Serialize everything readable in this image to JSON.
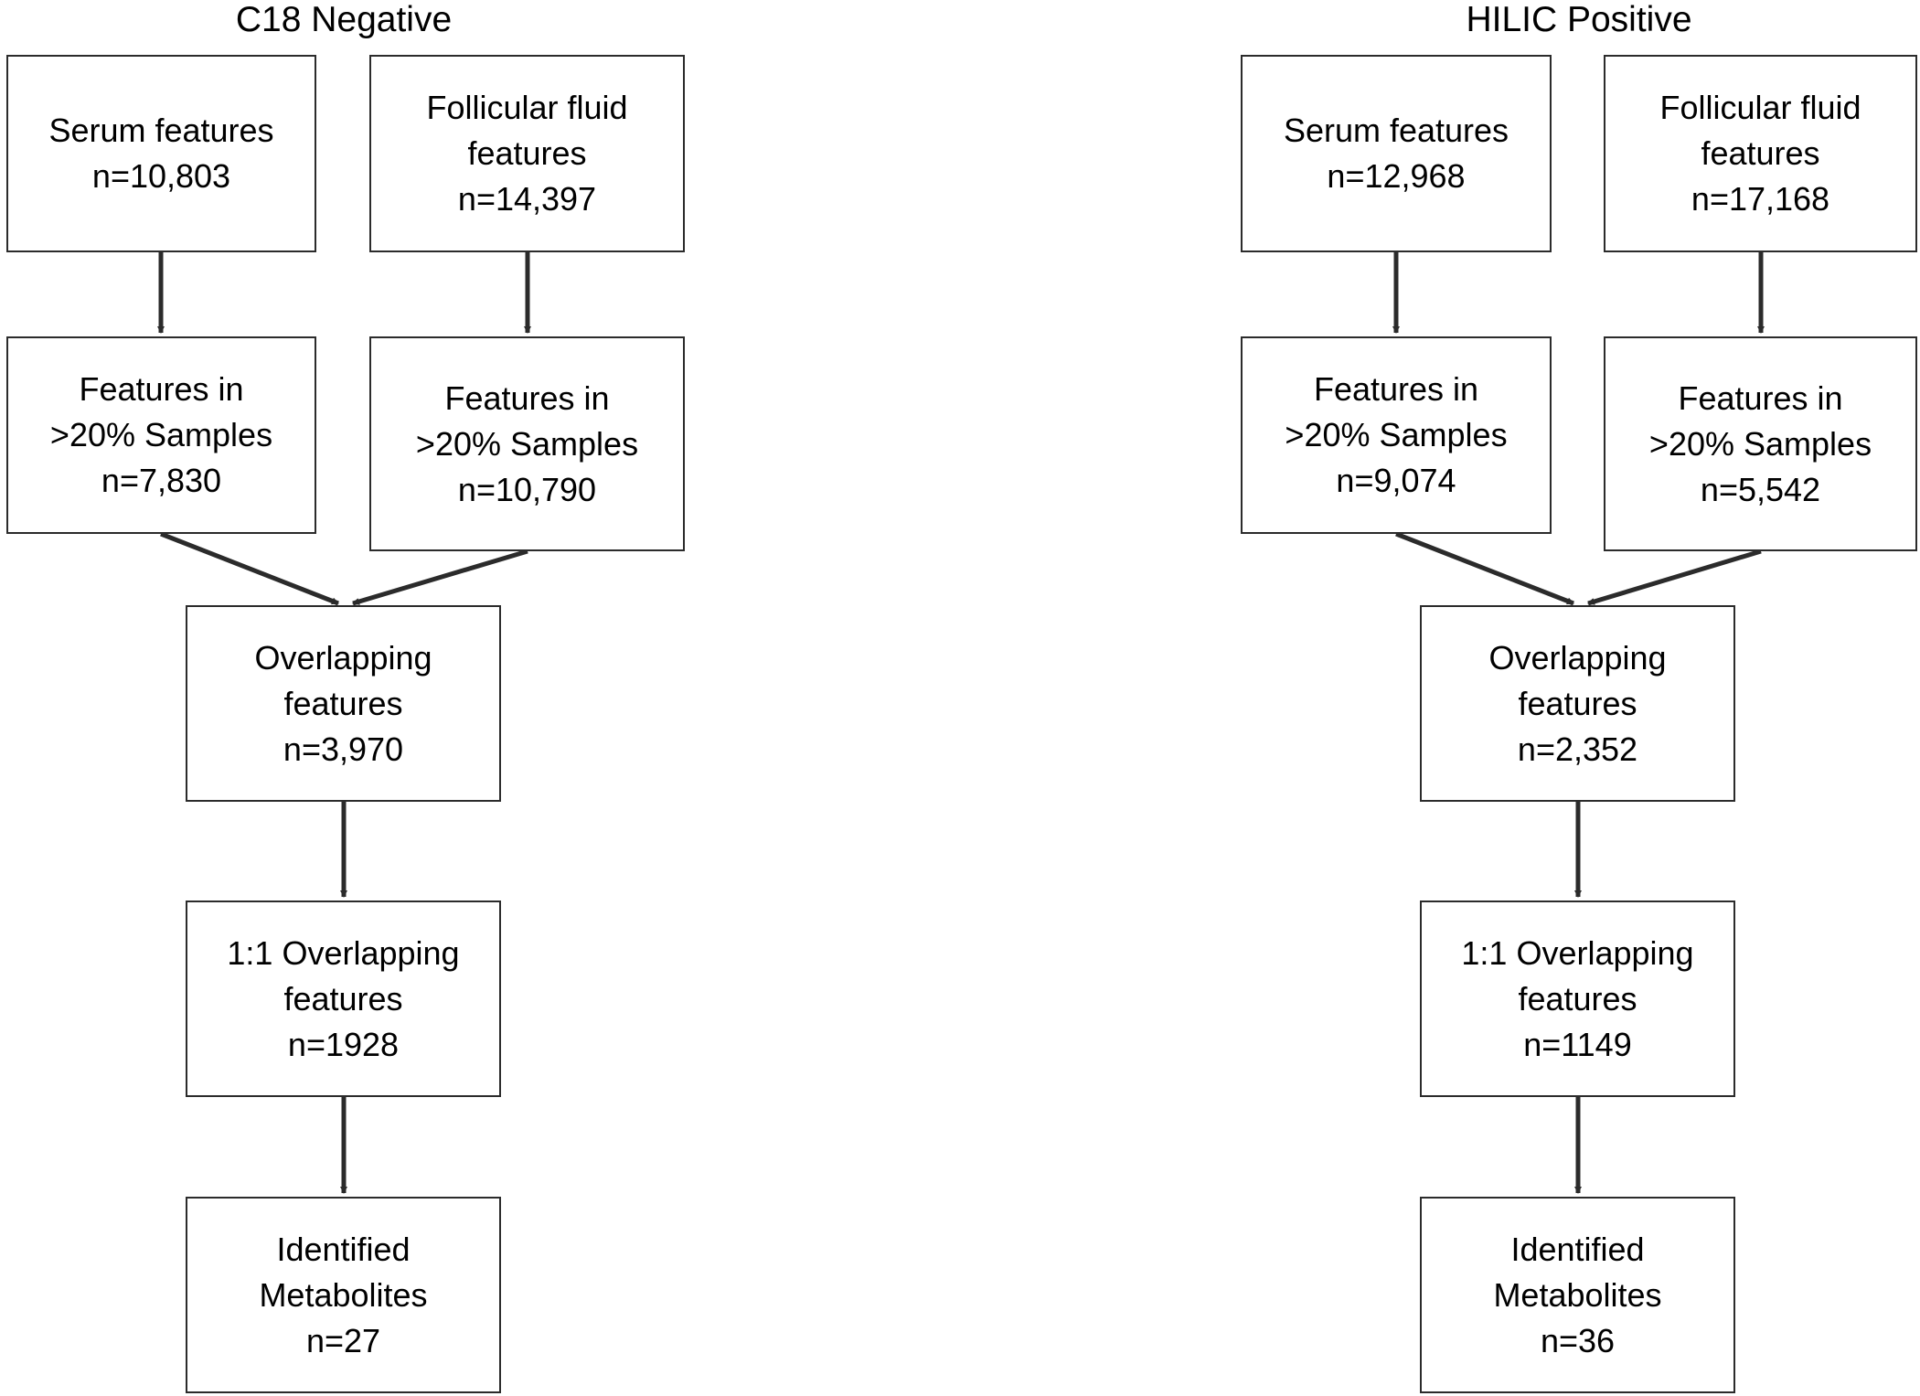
{
  "panels": [
    {
      "title": "C18 Negative",
      "serum": {
        "lines": [
          "Serum features"
        ],
        "count": "n=10,803"
      },
      "follicular": {
        "lines": [
          "Follicular fluid",
          "features"
        ],
        "count": "n=14,397"
      },
      "serum_filtered": {
        "lines": [
          "Features in",
          ">20% Samples"
        ],
        "count": "n=7,830"
      },
      "follicular_filtered": {
        "lines": [
          "Features in",
          ">20% Samples"
        ],
        "count": "n=10,790"
      },
      "overlapping": {
        "lines": [
          "Overlapping",
          "features"
        ],
        "count": "n=3,970"
      },
      "one_to_one": {
        "lines": [
          "1:1 Overlapping",
          "features"
        ],
        "count": "n=1928"
      },
      "identified": {
        "lines": [
          "Identified",
          "Metabolites"
        ],
        "count": "n=27"
      }
    },
    {
      "title": "HILIC Positive",
      "serum": {
        "lines": [
          "Serum features"
        ],
        "count": "n=12,968"
      },
      "follicular": {
        "lines": [
          "Follicular fluid",
          "features"
        ],
        "count": "n=17,168"
      },
      "serum_filtered": {
        "lines": [
          "Features in",
          ">20% Samples"
        ],
        "count": "n=9,074"
      },
      "follicular_filtered": {
        "lines": [
          "Features in",
          ">20% Samples"
        ],
        "count": "n=5,542"
      },
      "overlapping": {
        "lines": [
          "Overlapping",
          "features"
        ],
        "count": "n=2,352"
      },
      "one_to_one": {
        "lines": [
          "1:1 Overlapping",
          "features"
        ],
        "count": "n=1149"
      },
      "identified": {
        "lines": [
          "Identified",
          "Metabolites"
        ],
        "count": "n=36"
      }
    }
  ],
  "colors": {
    "stroke": "#2b2b2b",
    "text": "#000000",
    "background": "#ffffff"
  }
}
